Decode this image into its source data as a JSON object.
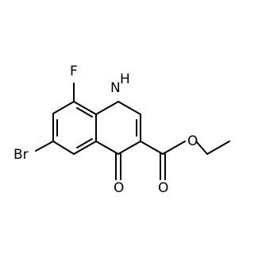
{
  "molecule": {
    "atoms": {
      "fluorine": "F",
      "bromine": "Br",
      "nh": "H",
      "nitrogen": "N",
      "ketone_oxygen": "O",
      "ester_carbonyl_oxygen": "O",
      "ester_ether_oxygen": "O"
    },
    "colors": {
      "bond": "#000000",
      "text": "#000000",
      "background": "#ffffff"
    }
  }
}
